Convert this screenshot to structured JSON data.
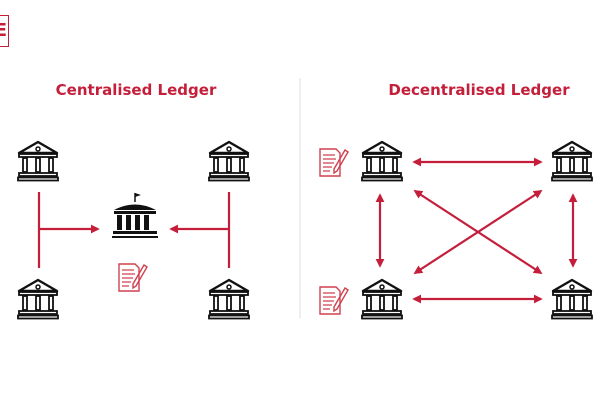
{
  "logo": {
    "text": "E"
  },
  "centralised": {
    "title": "Centralised Ledger"
  },
  "decentralised": {
    "title": "Decentralised Ledger"
  },
  "colors": {
    "accent": "#c41e3a",
    "icon": "#111111",
    "divider": "#dddddd"
  },
  "icons": [
    "bank-icon",
    "central-bank-icon",
    "document-pen-icon",
    "logo-box"
  ]
}
